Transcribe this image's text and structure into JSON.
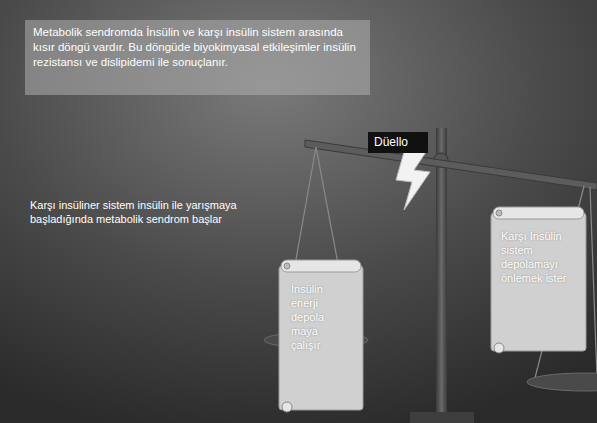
{
  "diagram": {
    "nodes": [
      {
        "text": [
          "Metabolik sendromda İnsülin ve karşı insülin sistem arasında kısır döngü vardır. Bu döngüde biyokimyasal etkileşimler insülin rezistansı ve dislipidemi ile sonuçlanır."
        ]
      },
      {
        "text": [
          "Düello"
        ]
      },
      {
        "text": [
          "İnsülin enerji depola maya çalışır"
        ]
      },
      {
        "text": [
          "Karşı İnsülin sistem depolamayı önlemek ister"
        ]
      }
    ],
    "labels": [
      "Karşı insüliner sistem insülin ile yarışmaya başladığında metabolik sendrom başlar"
    ]
  }
}
